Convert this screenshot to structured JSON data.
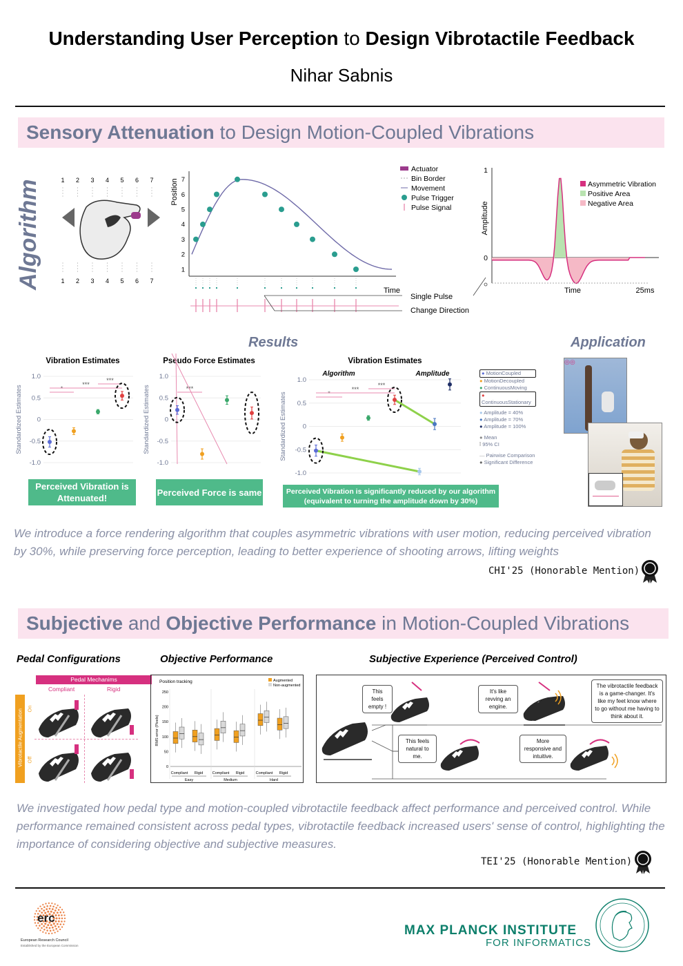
{
  "header": {
    "title_bold1": "Understanding User Perception",
    "title_mid": "to",
    "title_bold2": "Design Vibrotactile Feedback",
    "author": "Nihar Sabnis"
  },
  "section1": {
    "band_bold": "Sensory Attenuation",
    "band_rest": "to Design Motion-Coupled Vibrations",
    "algorithm_label": "Algorithm",
    "results_label": "Results",
    "application_label": "Application",
    "bins": [
      "1",
      "2",
      "3",
      "4",
      "5",
      "6",
      "7"
    ],
    "position_chart": {
      "ylabel": "Position",
      "xlabel": "Time",
      "yticks": [
        "1",
        "2",
        "3",
        "4",
        "5",
        "6",
        "7"
      ],
      "legend": [
        "Actuator",
        "Bin Border",
        "Movement",
        "Pulse Trigger",
        "Pulse Signal"
      ],
      "single_pulse": "Single Pulse",
      "change_direction": "Change Direction"
    },
    "amplitude_chart": {
      "ylabel": "Amplitude",
      "xlabel": "Time",
      "xend": "25ms",
      "yticks": [
        "1",
        "0"
      ],
      "legend": [
        "Asymmetric Vibration",
        "Positive Area",
        "Negative Area"
      ],
      "colors": {
        "vibration": "#d6307f",
        "positive": "#b9e3b0",
        "negative": "#f5b9c6"
      }
    },
    "description": "We introduce a force rendering algorithm that couples asymmetric vibrations with user motion, reducing perceived vibration by 30%, while preserving force perception, leading to better experience of shooting arrows, lifting weights",
    "venue": "CHI'25 (Honorable Mention)"
  },
  "chart_data": [
    {
      "type": "scatter",
      "title": "Vibration Estimates",
      "ylabel": "Standardized Estimates",
      "ylim": [
        -1.0,
        1.0
      ],
      "yticks": [
        "1.0",
        "0.5",
        "0",
        "-0.5",
        "-1.0"
      ],
      "points": [
        {
          "x": 1,
          "y": -0.52,
          "err": 0.12,
          "color": "#5b6cd6"
        },
        {
          "x": 2,
          "y": -0.27,
          "err": 0.08,
          "color": "#f0a020"
        },
        {
          "x": 3,
          "y": 0.18,
          "err": 0.05,
          "color": "#3aa86b"
        },
        {
          "x": 4,
          "y": 0.55,
          "err": 0.1,
          "color": "#e04040"
        }
      ],
      "significance": [
        "*",
        "***",
        "***"
      ],
      "caption": "Perceived Vibration is Attenuated!"
    },
    {
      "type": "scatter",
      "title": "Pseudo Force Estimates",
      "ylabel": "Standardized Estimates",
      "ylim": [
        -1.0,
        1.0
      ],
      "yticks": [
        "1.0",
        "0.5",
        "0",
        "-0.5",
        "-1.0"
      ],
      "points": [
        {
          "x": 1,
          "y": 0.22,
          "err": 0.1,
          "color": "#5b6cd6"
        },
        {
          "x": 2,
          "y": -0.8,
          "err": 0.12,
          "color": "#f0a020"
        },
        {
          "x": 3,
          "y": 0.45,
          "err": 0.1,
          "color": "#3aa86b"
        },
        {
          "x": 4,
          "y": 0.15,
          "err": 0.14,
          "color": "#e04040"
        }
      ],
      "significance": [
        "***"
      ],
      "caption": "Perceived Force is same"
    },
    {
      "type": "scatter",
      "title": "Vibration Estimates",
      "subtitles": [
        "Algorithm",
        "Amplitude"
      ],
      "ylabel": "Standardized Estimates",
      "ylim": [
        -1.0,
        1.0
      ],
      "yticks": [
        "1.0",
        "0.5",
        "0",
        "-0.5",
        "-1.0"
      ],
      "points": [
        {
          "x": 1,
          "y": -0.52,
          "err": 0.12,
          "color": "#5b6cd6"
        },
        {
          "x": 2,
          "y": -0.24,
          "err": 0.08,
          "color": "#f0a020"
        },
        {
          "x": 3,
          "y": 0.18,
          "err": 0.05,
          "color": "#3aa86b"
        },
        {
          "x": 4,
          "y": 0.57,
          "err": 0.1,
          "color": "#e04040"
        },
        {
          "x": 5.5,
          "y": -0.97,
          "err": 0.07,
          "color": "#a8c8ec"
        },
        {
          "x": 6,
          "y": 0.05,
          "err": 0.12,
          "color": "#4a78c0"
        },
        {
          "x": 6.5,
          "y": 0.9,
          "err": 0.12,
          "color": "#1e2e66"
        }
      ],
      "significance": [
        "*",
        "***",
        "***"
      ],
      "legend": [
        "MotionCoupled",
        "MotionDecoupled",
        "ContinuousMoving",
        "ContinuousStationary",
        "Amplitude = 40%",
        "Amplitude = 70%",
        "Amplitude = 100%",
        "Mean",
        "95% CI",
        "Pairwise Comparison",
        "Significant Difference"
      ],
      "caption": "Perceived Vibration is significantly reduced by our algorithm (equivalent to turning the amplitude down by 30%)"
    },
    {
      "type": "bar",
      "title": "Position tracking",
      "ylabel": "RMS error (Pixels)",
      "ylim": [
        0,
        250
      ],
      "yticks": [
        "250",
        "200",
        "150",
        "100",
        "50",
        "0"
      ],
      "groups": [
        "Easy",
        "Medium",
        "Hard"
      ],
      "categories": [
        "Compliant",
        "Rigid"
      ],
      "series": [
        {
          "name": "Augmented",
          "color": "#f0a020",
          "medians": [
            95,
            100,
            105,
            98,
            155,
            140
          ]
        },
        {
          "name": "Non-augmented",
          "color": "#d9d9d9",
          "medians": [
            110,
            90,
            130,
            120,
            165,
            145
          ]
        }
      ]
    }
  ],
  "section2": {
    "band_bold1": "Subjective",
    "band_mid": "and",
    "band_bold2": "Objective Performance",
    "band_rest": "in Motion-Coupled Vibrations",
    "pedal_heading": "Pedal Configurations",
    "objective_heading": "Objective Performance",
    "subjective_heading": "Subjective Experience (Perceived Control)",
    "pedal_mechanisms": "Pedal Mechanims",
    "compliant": "Compliant",
    "rigid": "Rigid",
    "vibrotactile_aug": "Vibrotactile Augmentation",
    "on": "On",
    "off": "Off",
    "obj_sublabels": [
      "Compliant",
      "Rigid",
      "Compliant",
      "Rigid",
      "Compliant",
      "Rigid"
    ],
    "quotes": [
      "This feels empty !",
      "It's like revving an engine.",
      "The vibrotactile feedback is a game-changer. It's like my feet know where to go without me having to think about it.",
      "This feels natural to me.",
      "More responsive and intuitive."
    ],
    "description": "We investigated how pedal type and motion-coupled vibrotactile feedback affect performance and perceived control. While performance remained consistent across pedal types, vibrotactile feedback increased users' sense of control, highlighting the importance of considering objective and subjective measures.",
    "venue": "TEI'25 (Honorable Mention)"
  },
  "footer": {
    "erc": "erc",
    "erc_name": "European Research Council",
    "erc_sub": "Established by the European Commission",
    "mpi_line1": "MAX PLANCK INSTITUTE",
    "mpi_line2": "FOR INFORMATICS"
  }
}
